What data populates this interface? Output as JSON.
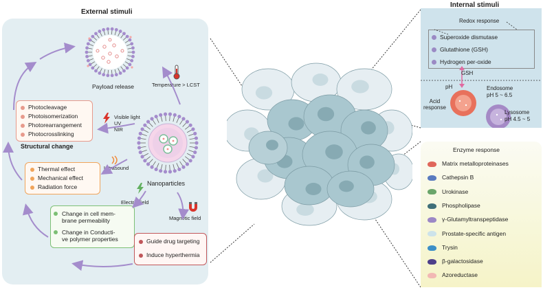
{
  "external": {
    "title": "External stimuli",
    "payload_release": "Payload release",
    "temperature": "Temperature > LCST",
    "light_labels": [
      "Visible light",
      "UV",
      "NIR"
    ],
    "photo_items": [
      "Photocleavage",
      "Photoisomerization",
      "Photorearrangement",
      "Photocrosslinking"
    ],
    "structural_change": "Structural change",
    "ultrasound": "Ultrasound",
    "ultrasound_items": [
      "Thermal effect",
      "Mechanical effect",
      "Radiation force"
    ],
    "nanoparticles": "Nanoparticles",
    "electric_field": "Electric field",
    "electric_items": [
      [
        "Change in cell mem-",
        "brane permeability"
      ],
      [
        "Change in Conducti-",
        "ve polymer properties"
      ]
    ],
    "magnetic_field": "Magnetic field",
    "magnetic_items": [
      "Guide drug targeting",
      "Induce hyperthermia"
    ]
  },
  "internal": {
    "title": "Internal stimuli",
    "redox_title": "Redox response",
    "redox_items": [
      "Superoxide dismutase",
      "Glutathione (GSH)",
      "Hydrogen per-oxide"
    ],
    "gsh": "GSH",
    "ph": "pH",
    "acid_response": [
      "Acid",
      "response"
    ],
    "endosome": [
      "Endosome",
      "pH  5 ~ 6.5"
    ],
    "lysosome": [
      "Lysosome",
      "pH  4.5 ~ 5"
    ]
  },
  "enzyme": {
    "title": "Enzyme response",
    "items": [
      {
        "label": "Matrix metalloproteinases",
        "color": "#e0675b"
      },
      {
        "label": "Cathepsin B",
        "color": "#5a7bbf"
      },
      {
        "label": "Urokinase",
        "color": "#6aa56a"
      },
      {
        "label": "Phospholipase",
        "color": "#3f6f78"
      },
      {
        "label": "γ-Glutamyltranspeptidase",
        "color": "#9c88c6"
      },
      {
        "label": "Prostate-specific antigen",
        "color": "#cde3ea"
      },
      {
        "label": "Trysin",
        "color": "#3c8fc7"
      },
      {
        "label": "β-galactosidase",
        "color": "#4e3f8a"
      },
      {
        "label": "Azoreductase",
        "color": "#f2b8b4"
      }
    ]
  },
  "colors": {
    "left_panel": "#e3eef2",
    "internal_panel": "#cfe3ec",
    "photo_border": "#e79a8c",
    "ultra_border": "#f0a45a",
    "electric_border": "#7cbf74",
    "magnetic_border": "#c0565a",
    "arrow": "#a48ccc"
  }
}
